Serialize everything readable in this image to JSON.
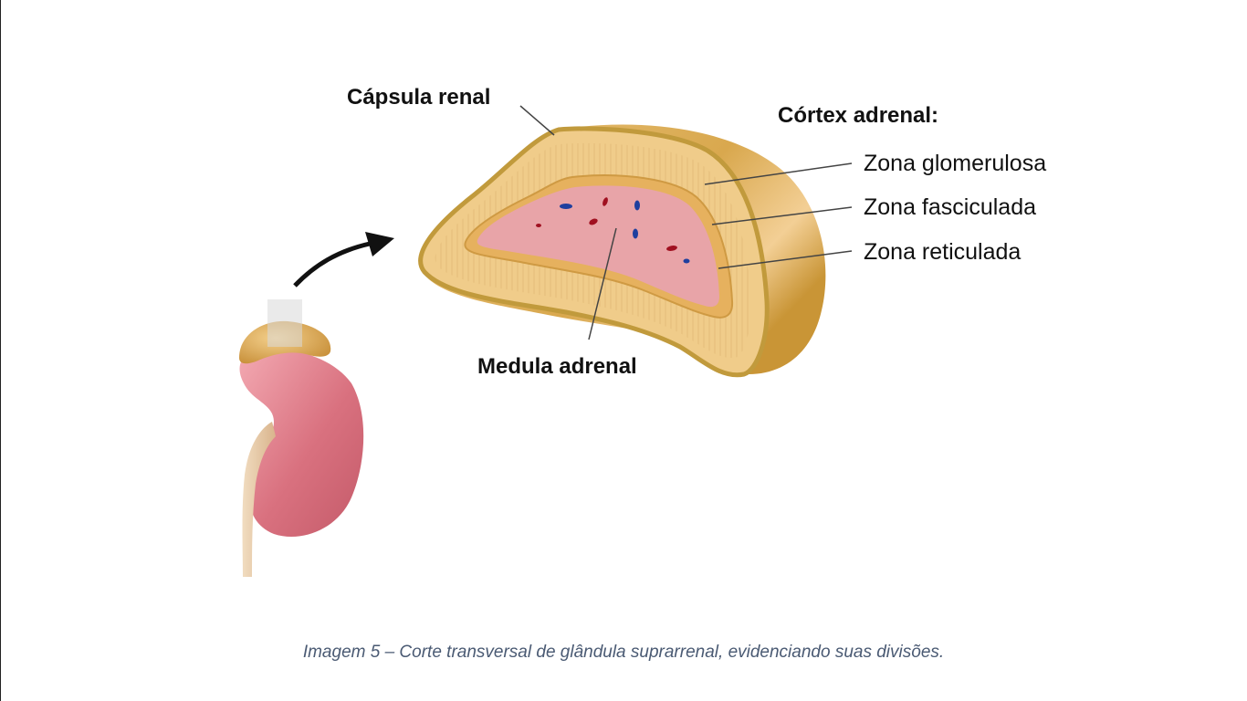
{
  "labels": {
    "capsula": "Cápsula renal",
    "cortex_title": "Córtex adrenal:",
    "zona_glomerulosa": "Zona glomerulosa",
    "zona_fasciculada": "Zona fasciculada",
    "zona_reticulada": "Zona reticulada",
    "medula": "Medula adrenal"
  },
  "caption": "Imagem 5 – Corte transversal de glândula suprarrenal, evidenciando suas divisões.",
  "colors": {
    "capsule_outline": "#c19a3c",
    "cortex": "#f0cc8a",
    "gland_outer": "#d9a84e",
    "medulla": "#e8a4a8",
    "kidney": "#d97a86",
    "caption": "#4a5a73",
    "vessel_red": "#a01020",
    "vessel_blue": "#1f3f9e"
  }
}
